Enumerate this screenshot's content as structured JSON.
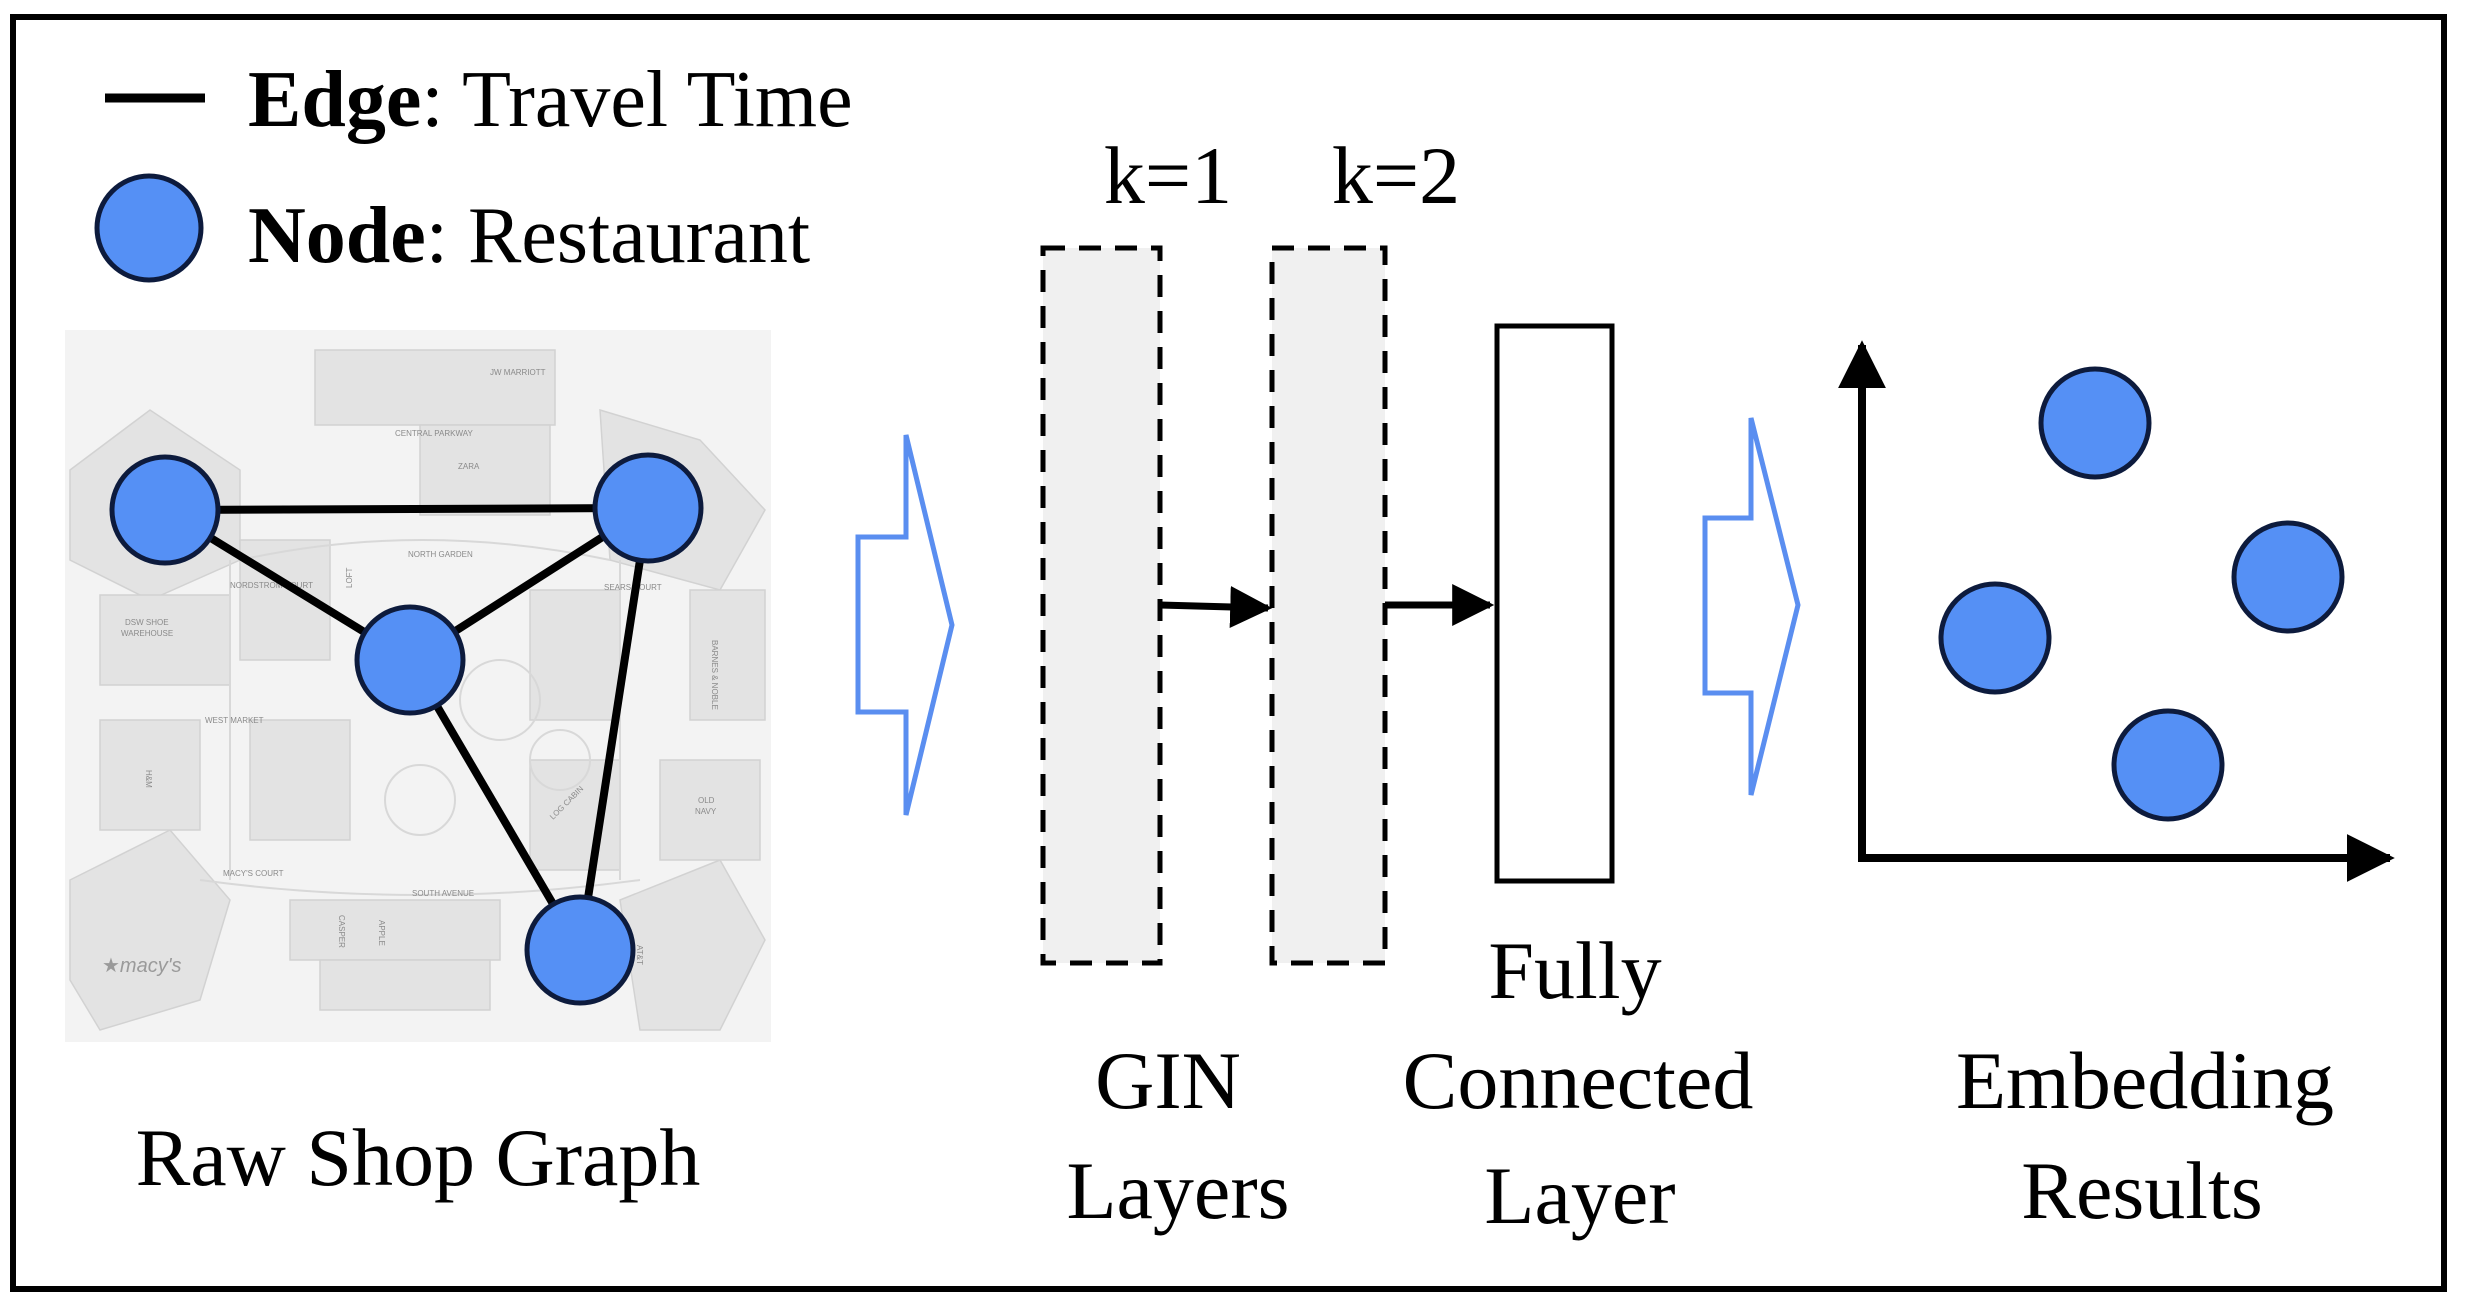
{
  "legend": {
    "edge_term": "Edge",
    "edge_desc": ": Travel Time",
    "node_term": "Node",
    "node_desc": ": Restaurant"
  },
  "map_labels": {
    "jw_marriott": "JW MARRIOTT",
    "central_parkway": "CENTRAL PARKWAY",
    "zara": "ZARA",
    "north_garden": "NORTH GARDEN",
    "nordstrom_court": "NORDSTROM COURT",
    "loft": "LOFT",
    "sears_court": "SEARS COURT",
    "dsw_shoe_1": "DSW SHOE",
    "dsw_shoe_2": "WAREHOUSE",
    "west_market": "WEST MARKET",
    "barnes_noble": "BARNES & NOBLE",
    "hm": "H&M",
    "log_cabin": "LOG CABIN",
    "old_navy_1": "OLD",
    "old_navy_2": "NAVY",
    "macys_court": "MACY'S COURT",
    "south_avenue": "SOUTH AVENUE",
    "casper": "CASPER",
    "apple": "APPLE",
    "att": "AT&T",
    "macys_logo": "★macy's"
  },
  "labels": {
    "raw_graph": "Raw Shop Graph",
    "k1": "k=1",
    "k2": "k=2",
    "gin_line1": "GIN",
    "gin_line2": "Layers",
    "fc_line1": "Fully",
    "fc_line2": "Connected",
    "fc_line3": "Layer",
    "emb_line1": "Embedding",
    "emb_line2": "Results"
  },
  "colors": {
    "node_fill": "#5590f5",
    "node_stroke": "#0d1b3d",
    "flow_arrow": "#5a8ef0",
    "layer_fill": "#f0f0f0",
    "map_bg": "#f3f3f3",
    "map_blocks": "#e2e2e2"
  }
}
